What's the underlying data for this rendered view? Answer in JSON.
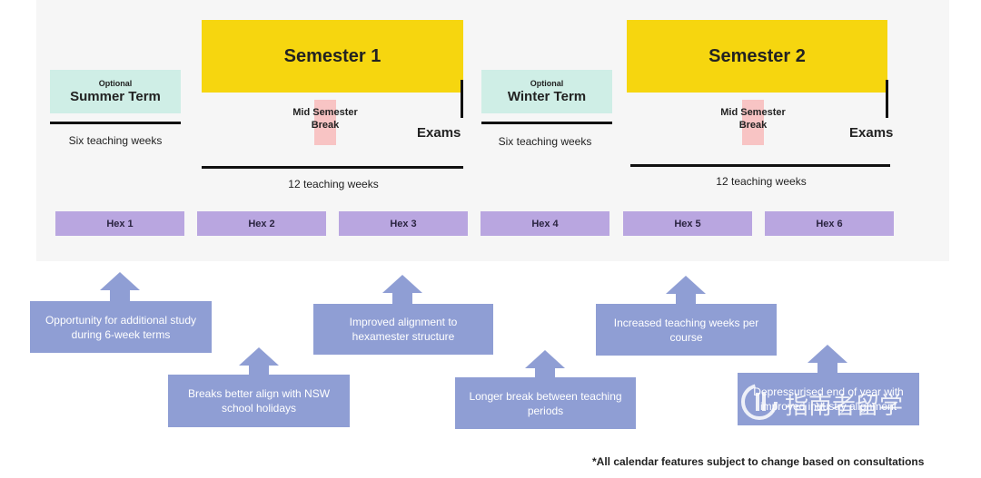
{
  "timeline": {
    "summer": {
      "optional": "Optional",
      "name": "Summer Term",
      "weeks": "Six teaching weeks"
    },
    "semester1": {
      "name": "Semester 1",
      "break_label": "Mid Semester\nBreak",
      "exams": "Exams",
      "weeks": "12 teaching weeks"
    },
    "winter": {
      "optional": "Optional",
      "name": "Winter Term",
      "weeks": "Six teaching weeks"
    },
    "semester2": {
      "name": "Semester 2",
      "break_label": "Mid Semester\nBreak",
      "exams": "Exams",
      "weeks": "12 teaching weeks"
    }
  },
  "hexes": [
    "Hex 1",
    "Hex 2",
    "Hex 3",
    "Hex 4",
    "Hex 5",
    "Hex 6"
  ],
  "callouts": [
    "Opportunity for additional study during 6-week terms",
    "Breaks better align with NSW school holidays",
    "Improved alignment to hexamester structure",
    "Longer break between teaching periods",
    "Increased teaching weeks per course",
    "Depressurised end of year with improved industry alignment"
  ],
  "footnote": "*All calendar features subject to change based on consultations",
  "watermark": {
    "icon": "watermark-logo-icon",
    "text": "指南者留学"
  },
  "colors": {
    "semester": "#f6d60f",
    "term": "#cfeee6",
    "hex": "#b9a6e0",
    "callout": "#8f9ed4",
    "break": "#f8c4c4"
  }
}
